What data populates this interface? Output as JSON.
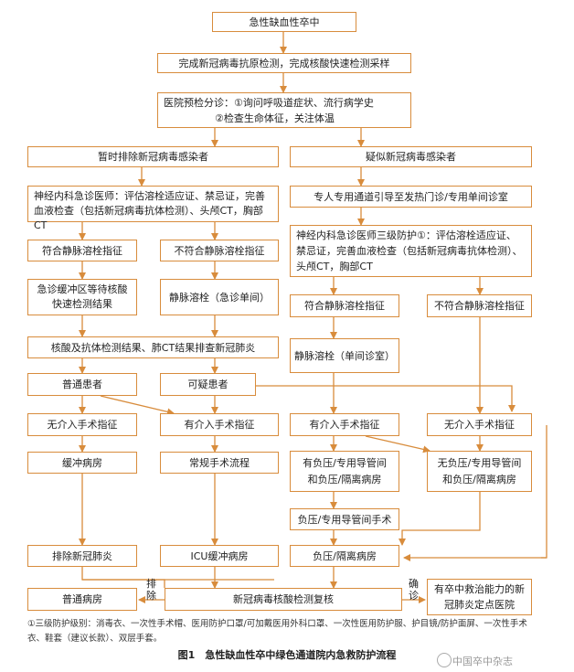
{
  "nodes": {
    "n1": "急性缺血性卒中",
    "n2": "完成新冠病毒抗原检测，完成核酸快速检测采样",
    "n3_line1": "医院预检分诊：①询问呼吸道症状、流行病学史",
    "n3_line2": "②检查生命体征，关注体温",
    "excluded": "暂时排除新冠病毒感染者",
    "suspected": "疑似新冠病毒感染者",
    "neuro_eval": "神经内科急诊医师：评估溶栓适应证、禁忌证，完善血液检查（包括新冠病毒抗体检测）、头颅CT，胸部CT",
    "dedicated_channel": "专人专用通道引导至发热门诊/专用单间诊室",
    "neuro_eval_level3": "神经内科急诊医师三级防护①：评估溶栓适应证、禁忌证，完善血液检查（包括新冠病毒抗体检测）、头颅CT，胸部CT",
    "left_fit_iv": "符合静脉溶栓指征",
    "left_unfit_iv": "不符合静脉溶栓指征",
    "right_fit_iv": "符合静脉溶栓指征",
    "right_unfit_iv": "不符合静脉溶栓指征",
    "buffer_wait": "急诊缓冲区等待核酸快速检测结果",
    "iv_er_single": "静脉溶栓（急诊单间）",
    "iv_single": "静脉溶栓（单间诊室）",
    "exclude_pneumonia": "核酸及抗体检测结果、肺CT结果排查新冠肺炎",
    "normal_patient": "普通患者",
    "suspect_patient": "可疑患者",
    "no_intervention_1": "无介入手术指征",
    "intervention_1": "有介入手术指征",
    "intervention_2": "有介入手术指征",
    "no_intervention_2": "无介入手术指征",
    "buffer_ward": "缓冲病房",
    "routine_surgery": "常规手术流程",
    "neg_pressure_cath": "有负压/专用导管间和负压/隔离病房",
    "no_neg_pressure_cath": "无负压/专用导管间和负压/隔离病房",
    "neg_cath_surgery": "负压/专用导管间手术",
    "exclude_covid": "排除新冠肺炎",
    "icu_buffer": "ICU缓冲病房",
    "neg_ward": "负压/隔离病房",
    "general_ward": "普通病房",
    "nucleic_recheck": "新冠病毒核酸检测复核",
    "designated_hospital": "有卒中救治能力的新冠肺炎定点医院"
  },
  "labels": {
    "exclude": "排除",
    "confirm": "确诊"
  },
  "footnote": "①三级防护级别：消毒衣、一次性手术帽、医用防护口罩/可加戴医用外科口罩、一次性医用防护服、护目镜/防护面屏、一次性手术衣、鞋套（建议长款）、双层手套。",
  "caption": "图1　急性缺血性卒中绿色通道院内急救防护流程",
  "watermark": "中国卒中杂志",
  "colors": {
    "line": "#d88c3c",
    "border": "#d88c3c"
  }
}
